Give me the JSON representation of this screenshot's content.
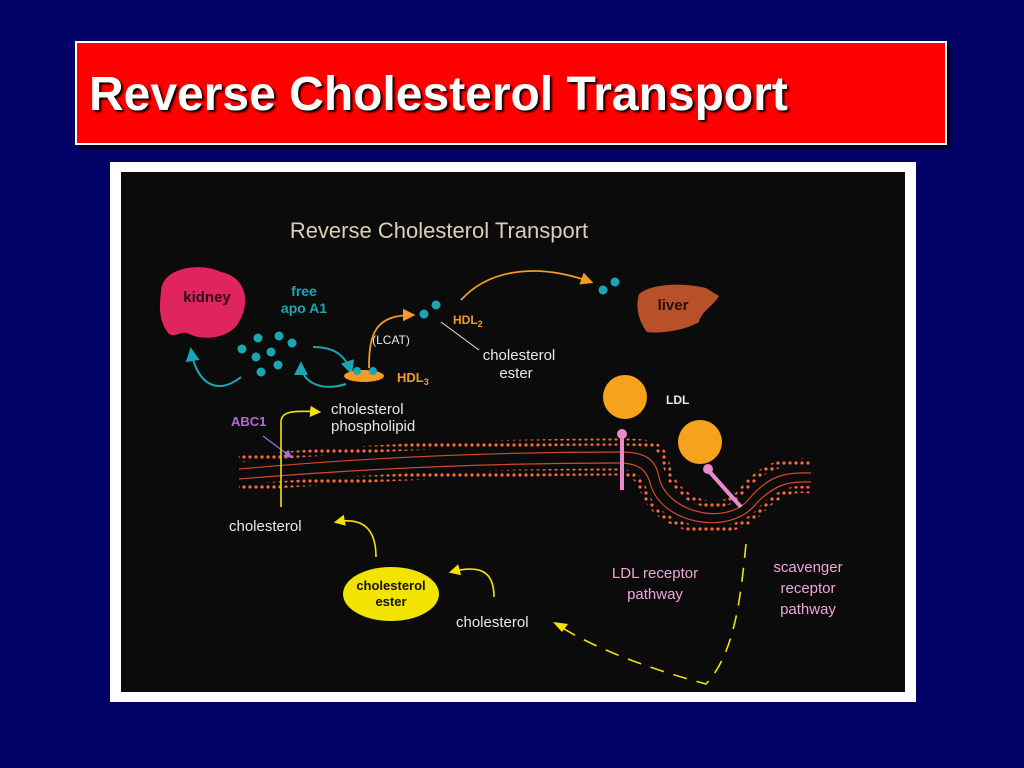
{
  "slide": {
    "title": "Reverse Cholesterol Transport"
  },
  "figure": {
    "title": "Reverse Cholesterol Transport",
    "labels": {
      "kidney": "kidney",
      "free": "free",
      "apo_a1": "apo A1",
      "lcat": "(LCAT)",
      "hdl3": "HDL",
      "hdl3_sub": "3",
      "hdl2": "HDL",
      "hdl2_sub": "2",
      "cholesterol_ester_top_1": "cholesterol",
      "cholesterol_ester_top_2": "ester",
      "liver": "liver",
      "ldl": "LDL",
      "abc1": "ABC1",
      "efflux_cholesterol": "cholesterol",
      "efflux_phospholipid": "phospholipid",
      "cholesterol_left": "cholesterol",
      "cholesterol_ester_oval_1": "cholesterol",
      "cholesterol_ester_oval_2": "ester",
      "cholesterol_bottom": "cholesterol",
      "ldl_receptor_1": "LDL receptor",
      "ldl_receptor_2": "pathway",
      "scavenger_1": "scavenger",
      "scavenger_2": "receptor",
      "scavenger_3": "pathway"
    },
    "colors": {
      "kidney": "#e0245e",
      "apo": "#1aa7b3",
      "hdl3": "#f59a23",
      "liver": "#b8502a",
      "ldl": "#f7a21b",
      "membrane": "#ff6a3c",
      "receptor": "#e98acb",
      "ester_oval": "#f2e300",
      "text_white": "#e8e8e8",
      "text_pink": "#f0a6d8",
      "text_purple": "#b06cd6"
    }
  }
}
